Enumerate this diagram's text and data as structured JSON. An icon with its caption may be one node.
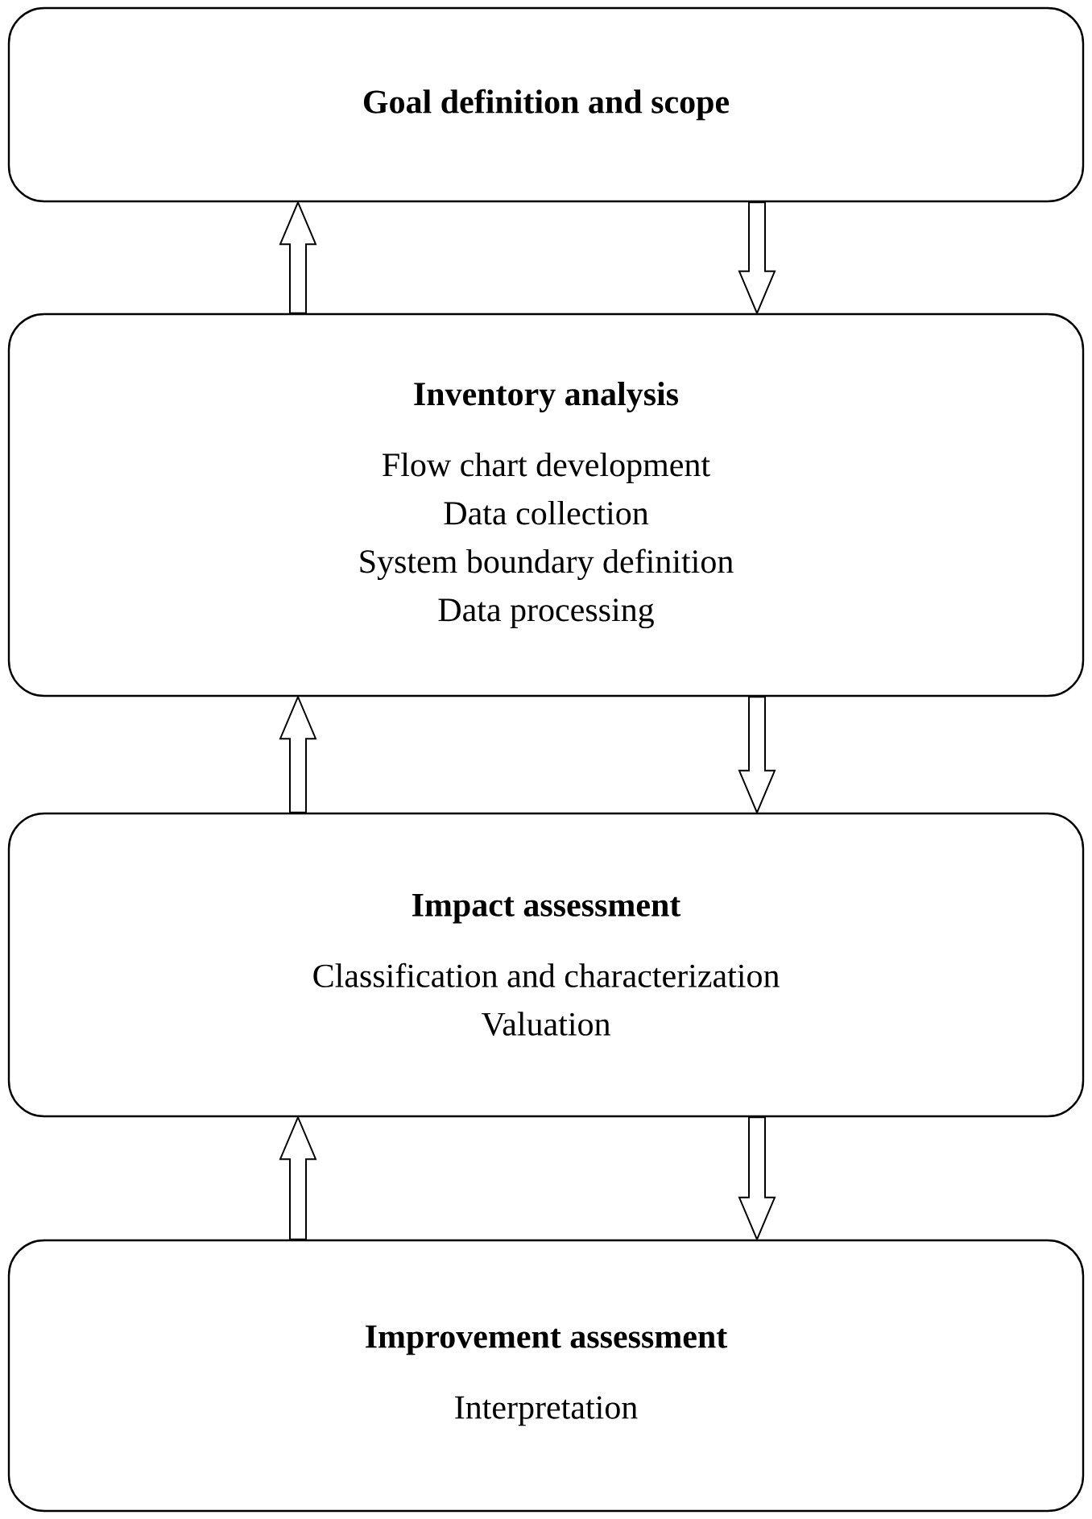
{
  "diagram": {
    "nodes": [
      {
        "text": [
          "Goal definition and scope"
        ]
      },
      {
        "text": [
          "Inventory analysis",
          "Flow chart development",
          "Data collection",
          "System boundary definition",
          "Data processing"
        ]
      },
      {
        "text": [
          "Impact assessment",
          "Classification and characterization",
          "Valuation"
        ]
      },
      {
        "text": [
          "Improvement assessment",
          "Interpretation"
        ]
      }
    ],
    "edges": [
      {
        "from": 1,
        "to": 0,
        "arrow": "to"
      },
      {
        "from": 0,
        "to": 1,
        "arrow": "to"
      },
      {
        "from": 2,
        "to": 1,
        "arrow": "to"
      },
      {
        "from": 1,
        "to": 2,
        "arrow": "to"
      },
      {
        "from": 3,
        "to": 2,
        "arrow": "to"
      },
      {
        "from": 2,
        "to": 3,
        "arrow": "to"
      }
    ]
  }
}
